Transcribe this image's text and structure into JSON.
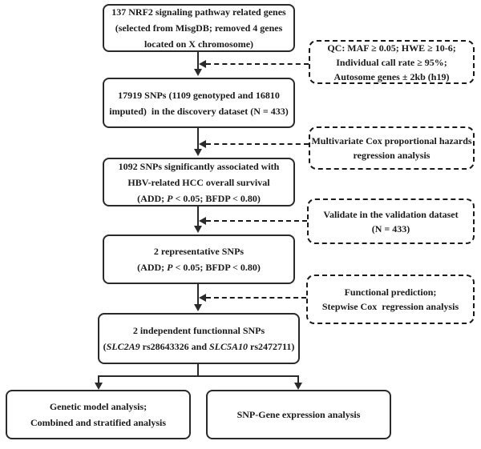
{
  "colors": {
    "line": "#2a2a2a",
    "dashed_line": "#1a1a1a",
    "background": "#ffffff",
    "text": "#1a1a1a"
  },
  "boxes": {
    "genes": {
      "line1": "137 NRF2 signaling pathway related genes",
      "line2": "(selected from MisgDB; removed 4 genes",
      "line3": "located on X chromosome)"
    },
    "discovery": {
      "line1": "17919 SNPs (1109 genotyped and 16810",
      "line2": "imputed)  in the discovery dataset (N = 433)"
    },
    "significant": {
      "line1": "1092 SNPs significantly associated with",
      "line2": "HBV-related HCC overall survival",
      "stat_pre": "(ADD; ",
      "stat_italic": "P",
      "stat_post": " < 0.05; BFDP < 0.80)"
    },
    "representative": {
      "line1": "2 representative SNPs",
      "stat_pre": "(ADD; ",
      "stat_italic": "P",
      "stat_post": " < 0.05; BFDP < 0.80)"
    },
    "functional": {
      "line1": "2 independent functionnal SNPs",
      "seg1": "(",
      "gene1": "SLC2A9",
      "seg2": " rs28643326 and ",
      "gene2": "SLC5A10",
      "seg3": " rs2472711)"
    },
    "genetic_model": {
      "line1": "Genetic model analysis;",
      "line2": "Combined and stratified analysis"
    },
    "snp_gene": {
      "line1": "SNP-Gene expression analysis"
    }
  },
  "side_boxes": {
    "qc": {
      "line1": "QC: MAF ≥ 0.05; HWE ≥ 10-6;",
      "line2": "Individual call rate ≥ 95%;",
      "line3": "Autosome genes ± 2kb (h19)"
    },
    "cox": {
      "line1": "Multivariate Cox proportional hazards",
      "line2": "regression analysis"
    },
    "validate": {
      "line1": "Validate in the validation dataset",
      "line2": "(N = 433)"
    },
    "prediction": {
      "line1": "Functional prediction;",
      "line2": "Stepwise Cox  regression analysis"
    }
  }
}
